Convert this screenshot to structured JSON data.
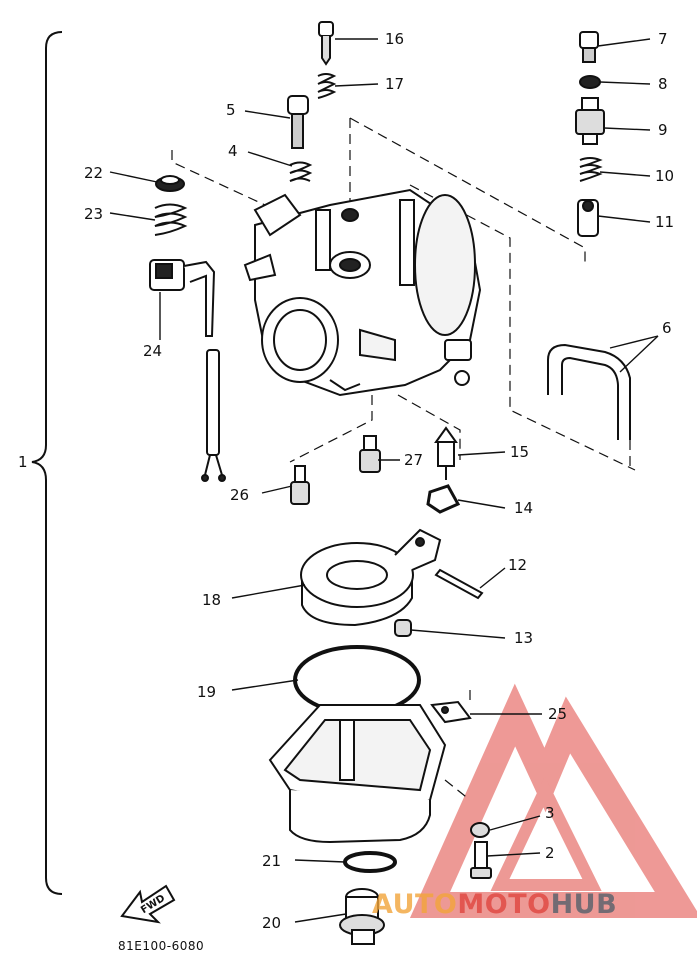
{
  "diagram": {
    "part_labels": [
      {
        "id": "p1",
        "text": "1"
      },
      {
        "id": "p2",
        "text": "2"
      },
      {
        "id": "p3",
        "text": "3"
      },
      {
        "id": "p4",
        "text": "4"
      },
      {
        "id": "p5",
        "text": "5"
      },
      {
        "id": "p6",
        "text": "6"
      },
      {
        "id": "p7",
        "text": "7"
      },
      {
        "id": "p8",
        "text": "8"
      },
      {
        "id": "p9",
        "text": "9"
      },
      {
        "id": "p10",
        "text": "10"
      },
      {
        "id": "p11",
        "text": "11"
      },
      {
        "id": "p12",
        "text": "12"
      },
      {
        "id": "p13",
        "text": "13"
      },
      {
        "id": "p14",
        "text": "14"
      },
      {
        "id": "p15",
        "text": "15"
      },
      {
        "id": "p16",
        "text": "16"
      },
      {
        "id": "p17",
        "text": "17"
      },
      {
        "id": "p18",
        "text": "18"
      },
      {
        "id": "p19",
        "text": "19"
      },
      {
        "id": "p20",
        "text": "20"
      },
      {
        "id": "p21",
        "text": "21"
      },
      {
        "id": "p22",
        "text": "22"
      },
      {
        "id": "p23",
        "text": "23"
      },
      {
        "id": "p24",
        "text": "24"
      },
      {
        "id": "p25",
        "text": "25"
      },
      {
        "id": "p26",
        "text": "26"
      },
      {
        "id": "p27",
        "text": "27"
      }
    ],
    "fwd_label": "FWD",
    "drawing_code": "81E100-6080"
  },
  "watermark": {
    "text_auto": "AUTO",
    "text_moto": "MOTO",
    "text_hub": "HUB",
    "colors": {
      "triangle": "#e0463f",
      "auto": "#f2a53a",
      "moto": "#e0463f",
      "hub": "#55606b"
    }
  }
}
